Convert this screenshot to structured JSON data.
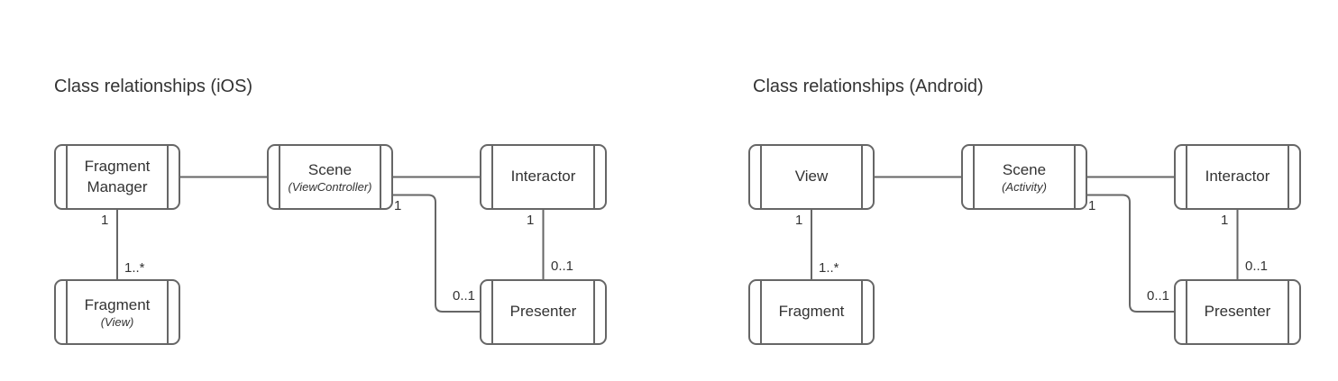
{
  "colors": {
    "stroke": "#666666",
    "text": "#333333",
    "background": "#ffffff"
  },
  "panels": [
    {
      "id": "ios",
      "title": "Class relationships (iOS)",
      "nodes": [
        {
          "id": "fragment-manager",
          "label": "Fragment Manager",
          "sublabel": ""
        },
        {
          "id": "scene",
          "label": "Scene",
          "sublabel": "(ViewController)"
        },
        {
          "id": "interactor",
          "label": "Interactor",
          "sublabel": ""
        },
        {
          "id": "fragment",
          "label": "Fragment",
          "sublabel": "(View)"
        },
        {
          "id": "presenter",
          "label": "Presenter",
          "sublabel": ""
        }
      ],
      "edges": [
        {
          "from": "fragment-manager",
          "to": "scene",
          "source_label": "",
          "target_label": ""
        },
        {
          "from": "scene",
          "to": "interactor",
          "source_label": "",
          "target_label": ""
        },
        {
          "from": "scene",
          "to": "presenter",
          "source_label": "1",
          "target_label": "0..1"
        },
        {
          "from": "fragment-manager",
          "to": "fragment",
          "source_label": "1",
          "target_label": "1..*"
        },
        {
          "from": "interactor",
          "to": "presenter",
          "source_label": "1",
          "target_label": "0..1"
        }
      ]
    },
    {
      "id": "android",
      "title": "Class relationships (Android)",
      "nodes": [
        {
          "id": "view",
          "label": "View",
          "sublabel": ""
        },
        {
          "id": "scene",
          "label": "Scene",
          "sublabel": "(Activity)"
        },
        {
          "id": "interactor",
          "label": "Interactor",
          "sublabel": ""
        },
        {
          "id": "fragment",
          "label": "Fragment",
          "sublabel": ""
        },
        {
          "id": "presenter",
          "label": "Presenter",
          "sublabel": ""
        }
      ],
      "edges": [
        {
          "from": "view",
          "to": "scene",
          "source_label": "",
          "target_label": ""
        },
        {
          "from": "scene",
          "to": "interactor",
          "source_label": "",
          "target_label": ""
        },
        {
          "from": "scene",
          "to": "presenter",
          "source_label": "1",
          "target_label": "0..1"
        },
        {
          "from": "view",
          "to": "fragment",
          "source_label": "1",
          "target_label": "1..*"
        },
        {
          "from": "interactor",
          "to": "presenter",
          "source_label": "1",
          "target_label": "0..1"
        }
      ]
    }
  ]
}
